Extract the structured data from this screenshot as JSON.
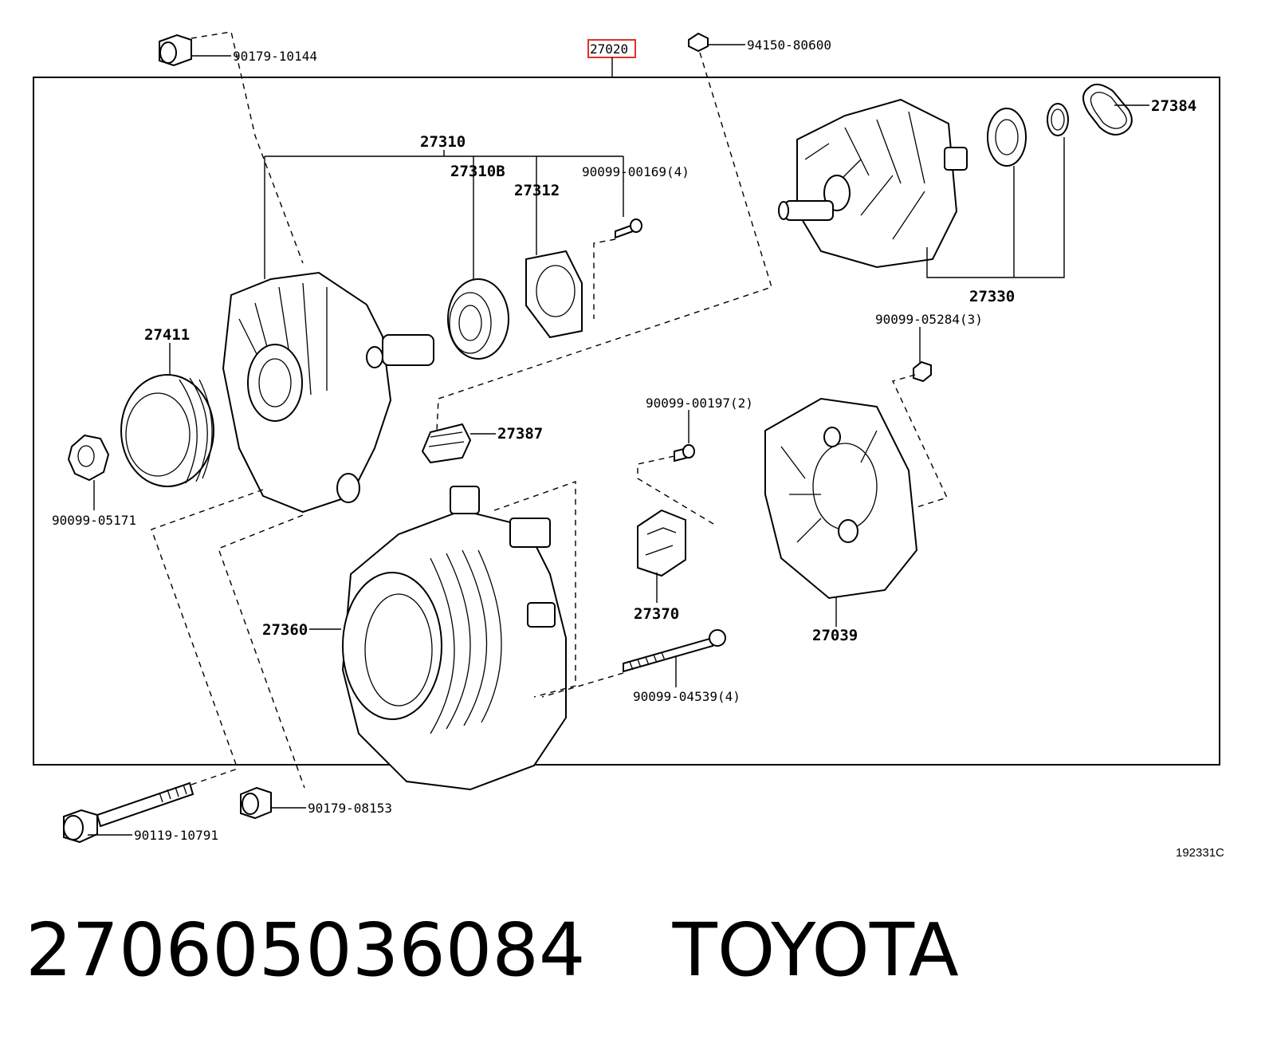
{
  "diagram": {
    "highlighted_part": "27020",
    "parts": {
      "p90179_10144": "90179-10144",
      "p94150_80600": "94150-80600",
      "p27384": "27384",
      "p27310": "27310",
      "p27310B": "27310B",
      "p27312": "27312",
      "p90099_00169": "90099-00169(4)",
      "p27330": "27330",
      "p27411": "27411",
      "p90099_05284": "90099-05284(3)",
      "p90099_00197": "90099-00197(2)",
      "p27387": "27387",
      "p90099_05171": "90099-05171",
      "p27370": "27370",
      "p27039": "27039",
      "p27360": "27360",
      "p90099_04539": "90099-04539(4)",
      "p90179_08153": "90179-08153",
      "p90119_10791": "90119-10791"
    },
    "reference_code": "192331C"
  },
  "footer": {
    "part_number": "27060503608​4",
    "brand": "TOYOTA"
  }
}
